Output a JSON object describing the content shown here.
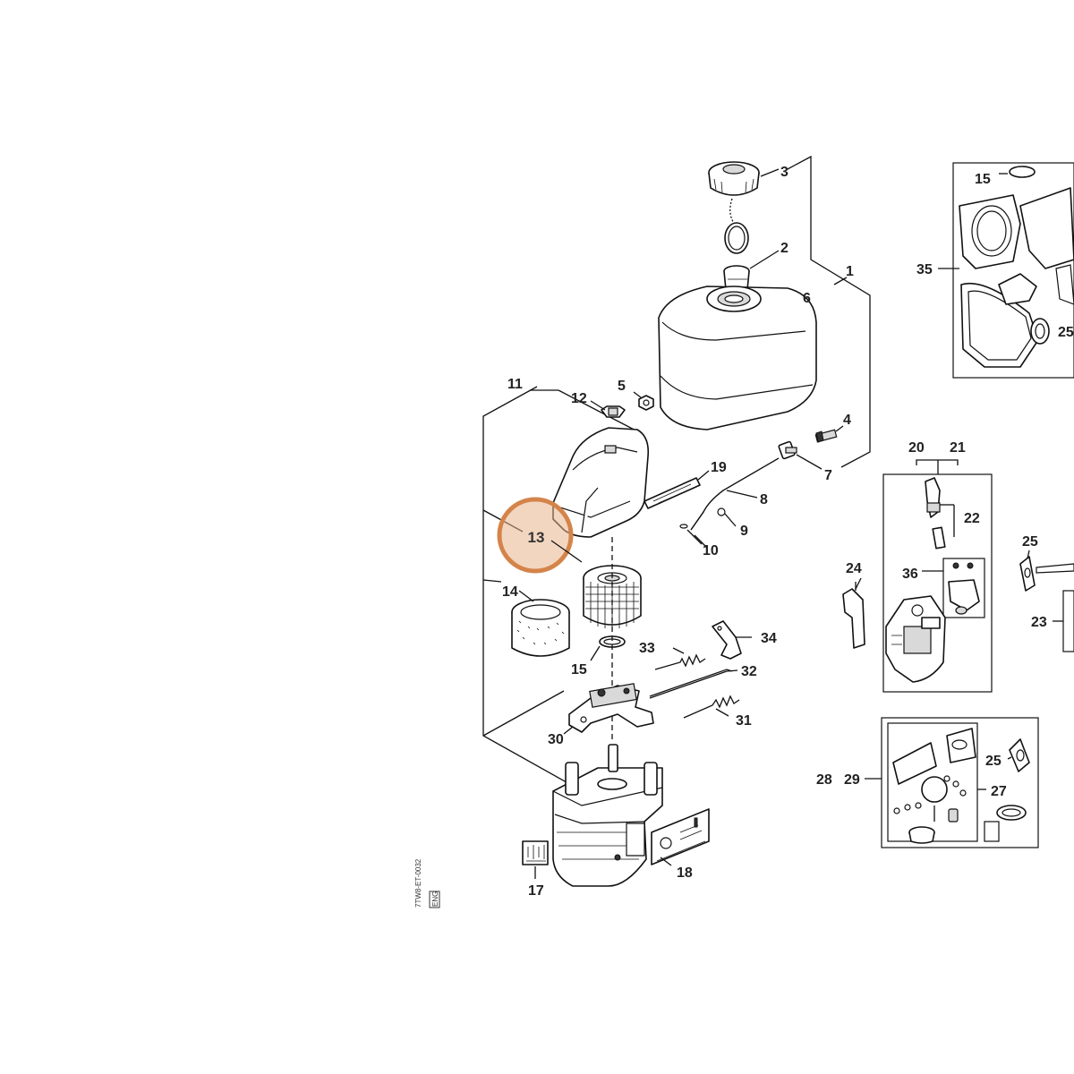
{
  "highlight": {
    "label": "13",
    "color": "#d4844a",
    "fill": "#f0c8a8"
  },
  "callouts": {
    "c1": "1",
    "c2": "2",
    "c3": "3",
    "c4": "4",
    "c5": "5",
    "c6": "6",
    "c7": "7",
    "c8": "8",
    "c9": "9",
    "c10": "10",
    "c11": "11",
    "c12": "12",
    "c14": "14",
    "c15a": "15",
    "c15b": "15",
    "c17": "17",
    "c18": "18",
    "c19": "19",
    "c20": "20",
    "c21": "21",
    "c22": "22",
    "c23": "23",
    "c24": "24",
    "c25a": "25",
    "c25b": "25",
    "c25c": "25",
    "c27": "27",
    "c28": "28",
    "c29": "29",
    "c30": "30",
    "c31": "31",
    "c32": "32",
    "c33": "33",
    "c34": "34",
    "c35": "35",
    "c36": "36"
  },
  "sidebar_code": "7TW8-ET-0032",
  "sidebar_tag": "ENG"
}
